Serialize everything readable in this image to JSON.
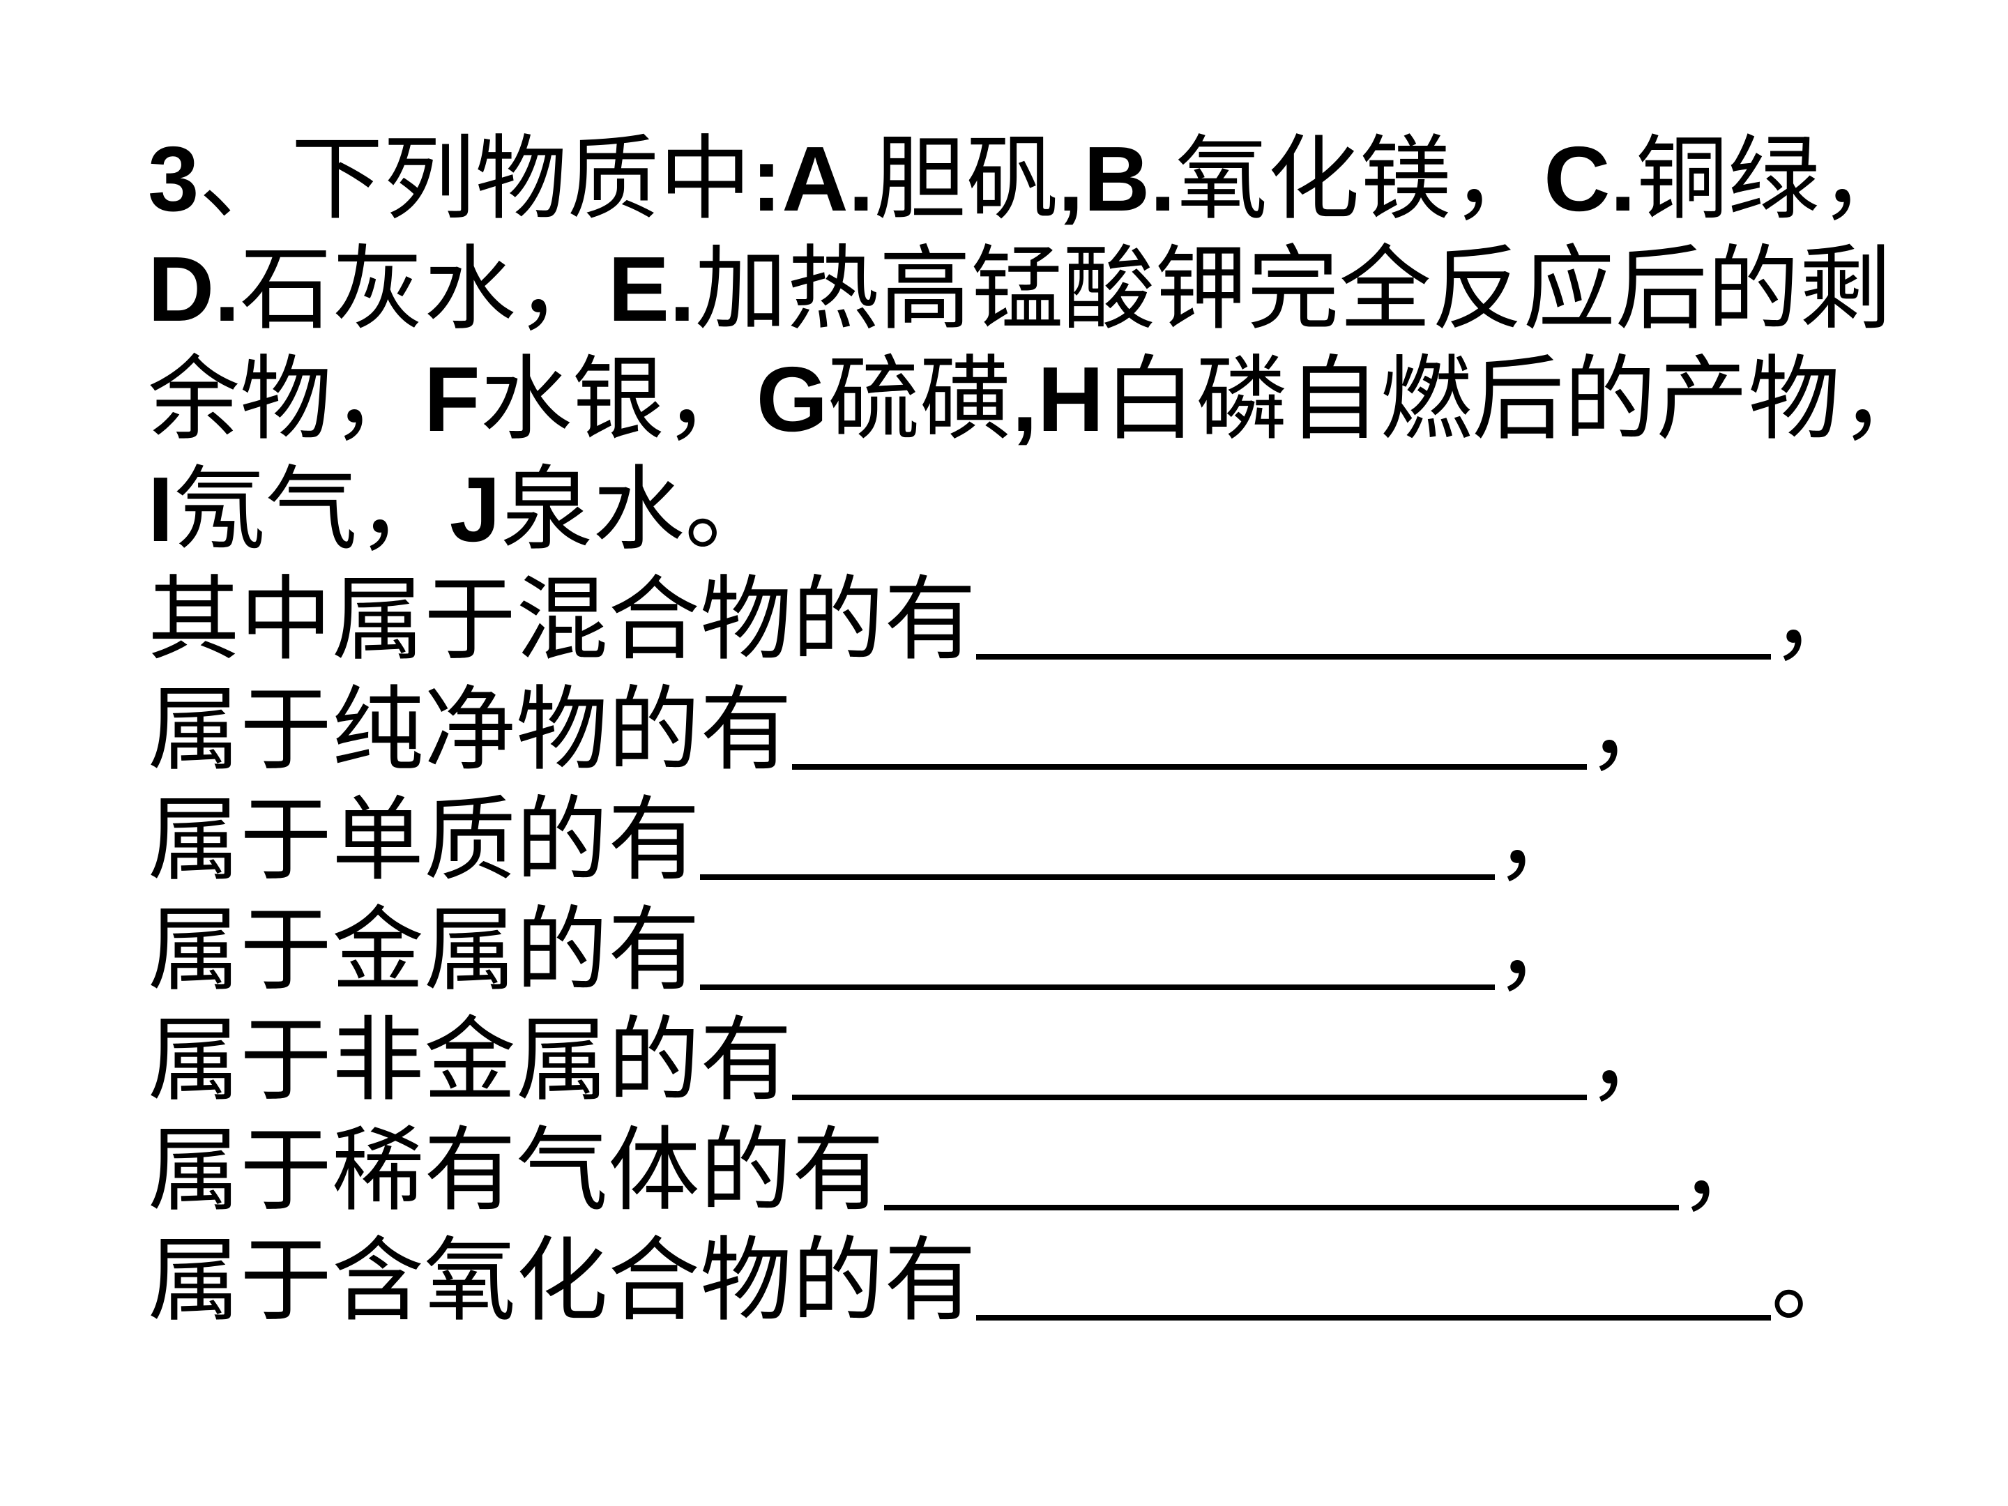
{
  "question": {
    "line1": [
      {
        "t": "3",
        "b": true
      },
      {
        "t": "、下列物质中",
        "b": false
      },
      {
        "t": ":A.",
        "b": true
      },
      {
        "t": "胆矾",
        "b": false
      },
      {
        "t": ",B.",
        "b": true
      },
      {
        "t": "氧化镁，",
        "b": false
      },
      {
        "t": "C.",
        "b": true
      },
      {
        "t": "铜绿，",
        "b": false
      }
    ],
    "line2": [
      {
        "t": "D.",
        "b": true
      },
      {
        "t": "石灰水，",
        "b": false
      },
      {
        "t": "E.",
        "b": true
      },
      {
        "t": "加热高锰酸钾完全反应后的剩",
        "b": false
      }
    ],
    "line3": [
      {
        "t": "余物，",
        "b": false
      },
      {
        "t": "F",
        "b": true
      },
      {
        "t": "水银，",
        "b": false
      },
      {
        "t": "G",
        "b": true
      },
      {
        "t": "硫磺",
        "b": false
      },
      {
        "t": ",H",
        "b": true
      },
      {
        "t": "白磷自燃后的产物，",
        "b": false
      }
    ],
    "line4": [
      {
        "t": "I",
        "b": true
      },
      {
        "t": "氖气，",
        "b": false
      },
      {
        "t": "J",
        "b": true
      },
      {
        "t": "泉水。",
        "b": false
      }
    ]
  },
  "prompts": [
    {
      "label": "其中属于混合物的有",
      "end": "，"
    },
    {
      "label": "属于纯净物的有",
      "end": "，"
    },
    {
      "label": "属于单质的有",
      "end": "，"
    },
    {
      "label": "属于金属的有",
      "end": "，"
    },
    {
      "label": "属于非金属的有",
      "end": "，"
    },
    {
      "label": "属于稀有气体的有",
      "end": "，"
    },
    {
      "label": "属于含氧化合物的有",
      "end": "。"
    }
  ]
}
